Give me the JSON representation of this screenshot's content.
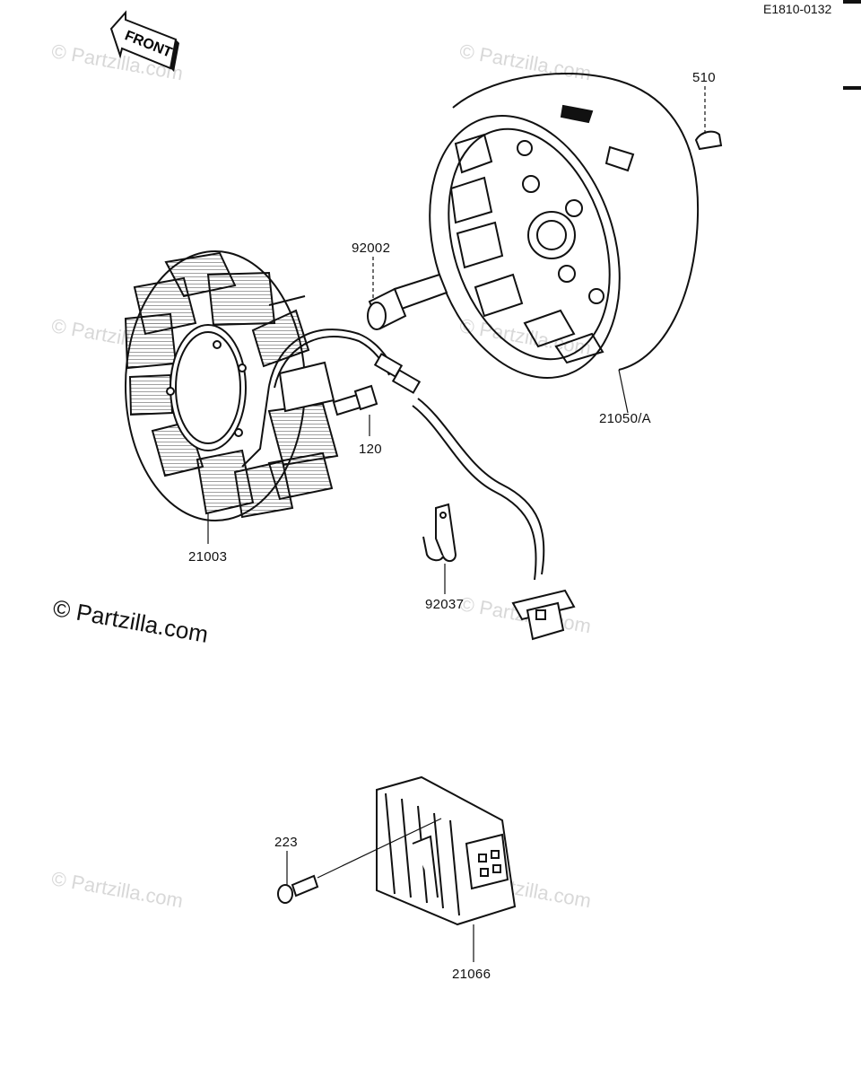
{
  "diagram_code": "E1810-0132",
  "front_label": "FRONT",
  "watermark": "© Partzilla.com",
  "watermark_main": "© Partzilla.com",
  "parts": [
    {
      "id": "flywheel",
      "ref": "21050/A"
    },
    {
      "id": "key",
      "ref": "510"
    },
    {
      "id": "bolt",
      "ref": "92002"
    },
    {
      "id": "stator",
      "ref": "21003"
    },
    {
      "id": "screw",
      "ref": "120"
    },
    {
      "id": "clamp",
      "ref": "92037"
    },
    {
      "id": "rectifier",
      "ref": "21066"
    },
    {
      "id": "rectifier-screw",
      "ref": "223"
    }
  ]
}
